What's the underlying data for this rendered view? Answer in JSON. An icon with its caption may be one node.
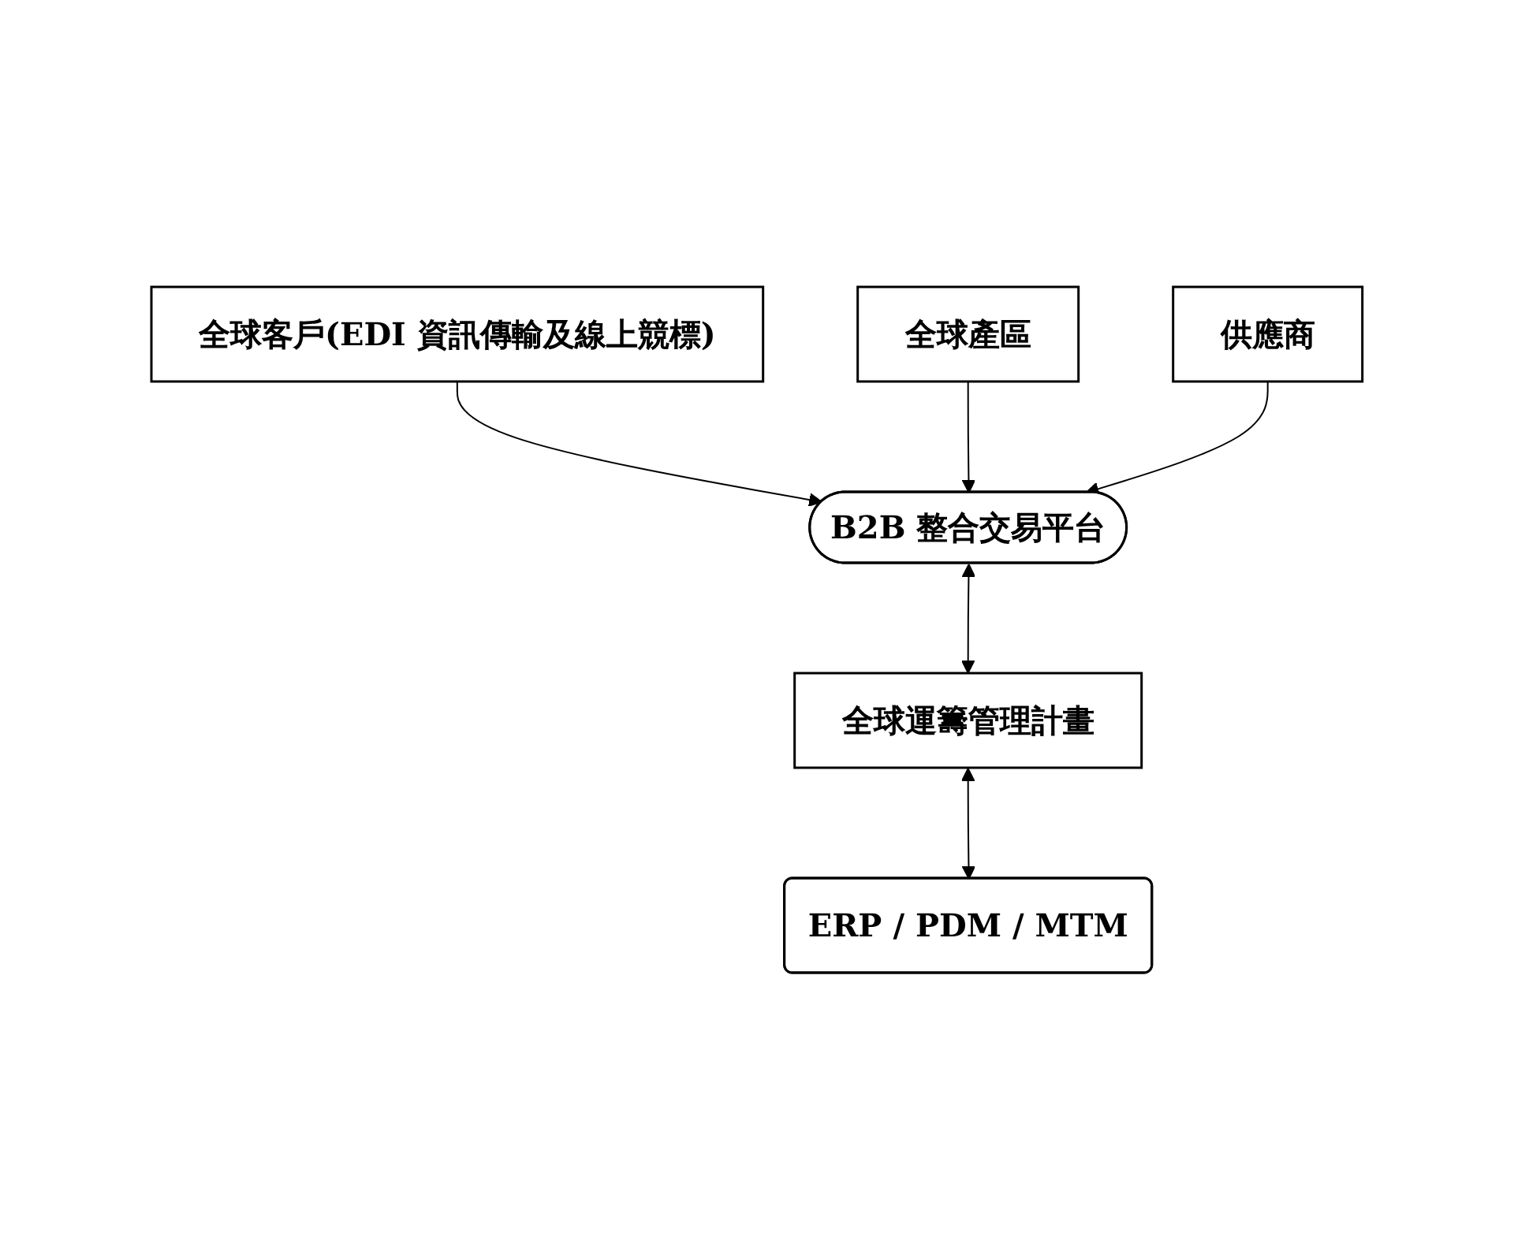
{
  "diagram": {
    "nodes": [
      {
        "text": [
          "全球客戶(EDI 資訊傳輸及線上競標)"
        ]
      },
      {
        "text": [
          "全球產區"
        ]
      },
      {
        "text": [
          "B2B 整合交易平台"
        ]
      },
      {
        "text": [
          "供應商"
        ]
      },
      {
        "text": [
          "全球運籌管理計畫"
        ]
      },
      {
        "text": [
          "ERP / PDM / MTM"
        ]
      }
    ],
    "edges": [
      {
        "from": 0,
        "to": 2,
        "arrow": "to"
      },
      {
        "from": 1,
        "to": 2,
        "arrow": "to"
      },
      {
        "from": 3,
        "to": 2,
        "arrow": "to"
      },
      {
        "from": 2,
        "to": 4,
        "arrow": "both"
      },
      {
        "from": 4,
        "to": 5,
        "arrow": "both"
      }
    ]
  }
}
